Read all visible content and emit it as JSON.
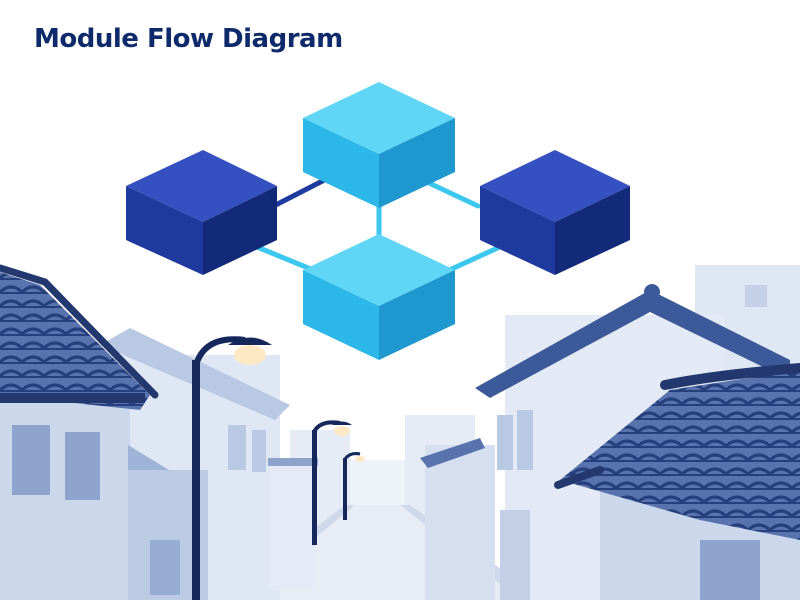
{
  "title": "Module Flow Diagram",
  "colors": {
    "title": "#0f2a6b",
    "node_navy": "#1e3a9e",
    "node_cyan": "#2bb7e8",
    "connector_navy": "#1e3a9e",
    "connector_cyan": "#3cc8ee",
    "building_light": "#dde6f3",
    "building_mid": "#b9c8e3",
    "roof_tile": "#3c5a99",
    "roof_dark": "#22386e",
    "lamp_post": "#15275b",
    "lamp_light": "#fde9c4"
  },
  "diagram": {
    "nodes": [
      {
        "id": "node-left",
        "color": "node_navy"
      },
      {
        "id": "node-top",
        "color": "node_cyan"
      },
      {
        "id": "node-right",
        "color": "node_navy"
      },
      {
        "id": "node-bottom",
        "color": "node_cyan"
      }
    ],
    "edges": [
      {
        "from": "node-left",
        "to": "node-top",
        "color": "connector_navy"
      },
      {
        "from": "node-top",
        "to": "node-right",
        "color": "connector_cyan"
      },
      {
        "from": "node-top",
        "to": "node-bottom",
        "color": "connector_cyan"
      },
      {
        "from": "node-left",
        "to": "node-bottom",
        "color": "connector_cyan"
      },
      {
        "from": "node-right",
        "to": "node-bottom",
        "color": "connector_cyan"
      }
    ]
  },
  "background": {
    "scene": "street with tiled-roof houses and lamp posts"
  }
}
